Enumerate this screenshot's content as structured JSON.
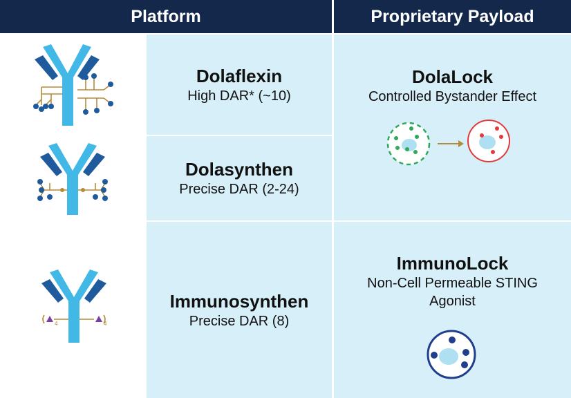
{
  "header": {
    "platform": "Platform",
    "payload": "Proprietary Payload"
  },
  "platforms": [
    {
      "name": "Dolaflexin",
      "detail": "High DAR* (~10)"
    },
    {
      "name": "Dolasynthen",
      "detail": "Precise DAR (2-24)"
    },
    {
      "name": "Immunosynthen",
      "detail": "Precise DAR (8)"
    }
  ],
  "payloads": [
    {
      "name": "DolaLock",
      "detail": "Controlled Bystander Effect"
    },
    {
      "name": "ImmunoLock",
      "detail_line1": "Non-Cell Permeable STING",
      "detail_line2": "Agonist"
    }
  ],
  "icons": {
    "antibody_1": "antibody-icon",
    "antibody_2": "antibody-icon",
    "antibody_3": "antibody-icon",
    "cell_transition": "bystander-cell-icon",
    "sting_cell": "cell-icon",
    "subscript": "4"
  },
  "colors": {
    "header_bg": "#14284b",
    "cell_bg": "#d7eff9",
    "antibody_light": "#41b8e6",
    "antibody_dark": "#1f5a9c",
    "linker": "#b58a3a",
    "payload_dot": "#1f5a9c",
    "green": "#2ea85a",
    "red": "#e23a3a",
    "sting": "#7b3fa0"
  }
}
